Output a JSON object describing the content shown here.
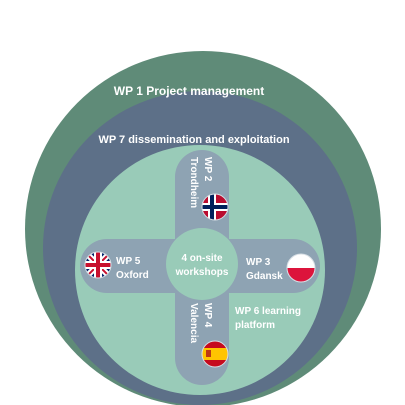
{
  "diagram": {
    "wp1_label": "WP 1 Project management",
    "wp7_label": "WP 7 dissemination and exploitation",
    "wp6_line1": "WP 6 learning",
    "wp6_line2": "platform",
    "center_line1": "4 on-site",
    "center_line2": "workshops",
    "wp2_line1": "WP 2",
    "wp2_line2": "Trondheim",
    "wp3_line1": "WP 3",
    "wp3_line2": "Gdansk",
    "wp4_line1": "WP 4",
    "wp4_line2": "Valencia",
    "wp5_line1": "WP 5",
    "wp5_line2": "Oxford",
    "flags": {
      "wp2": "norway-flag-icon",
      "wp3": "poland-flag-icon",
      "wp4": "spain-flag-icon",
      "wp5": "uk-flag-icon"
    }
  },
  "colors": {
    "outer_circle": "#5f8b78",
    "middle_circle": "#5d7088",
    "inner_circle": "#99cbb8",
    "cross_arms": "#8ea3b3",
    "center_circle": "#99cbb8",
    "text": "#ffffff"
  }
}
